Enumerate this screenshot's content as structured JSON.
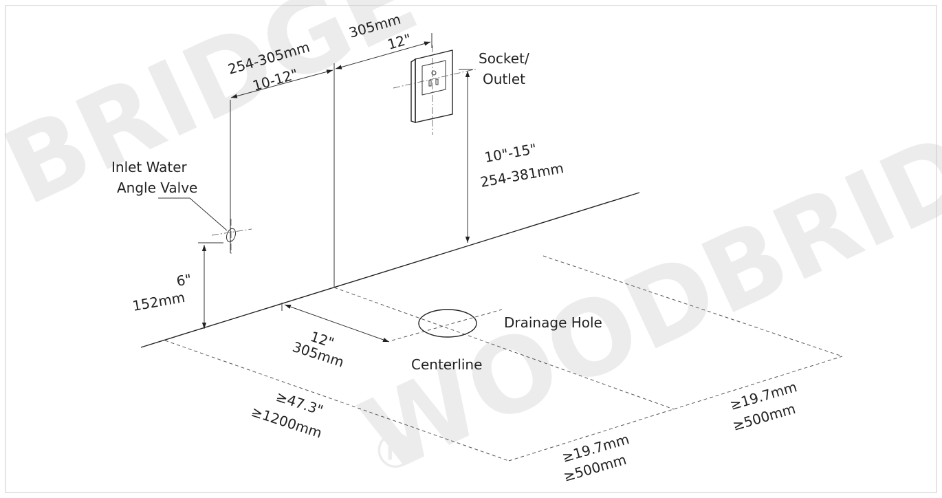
{
  "watermark": {
    "text_left": "BRIDGE",
    "text_right": "WOODBRID",
    "mark": "®"
  },
  "labels": {
    "inlet_line1": "Inlet Water",
    "inlet_line2": "Angle Valve",
    "socket_line1": "Socket/",
    "socket_line2": "Outlet",
    "drain": "Drainage Hole",
    "centerline": "Centerline"
  },
  "dimensions": {
    "valve_spacing_mm": "254-305mm",
    "valve_spacing_in": "10-12\"",
    "socket_offset_mm": "305mm",
    "socket_offset_in": "12\"",
    "socket_height_in": "10\"-15\"",
    "socket_height_mm": "254-381mm",
    "valve_height_in": "6\"",
    "valve_height_mm": "152mm",
    "drain_offset_in": "12\"",
    "drain_offset_mm": "305mm",
    "length_in": "≥47.3\"",
    "length_mm": "≥1200mm",
    "width_right_in": "≥19.7mm",
    "width_right_mm": "≥500mm",
    "width_bottom_in": "≥19.7mm",
    "width_bottom_mm": "≥500mm"
  }
}
